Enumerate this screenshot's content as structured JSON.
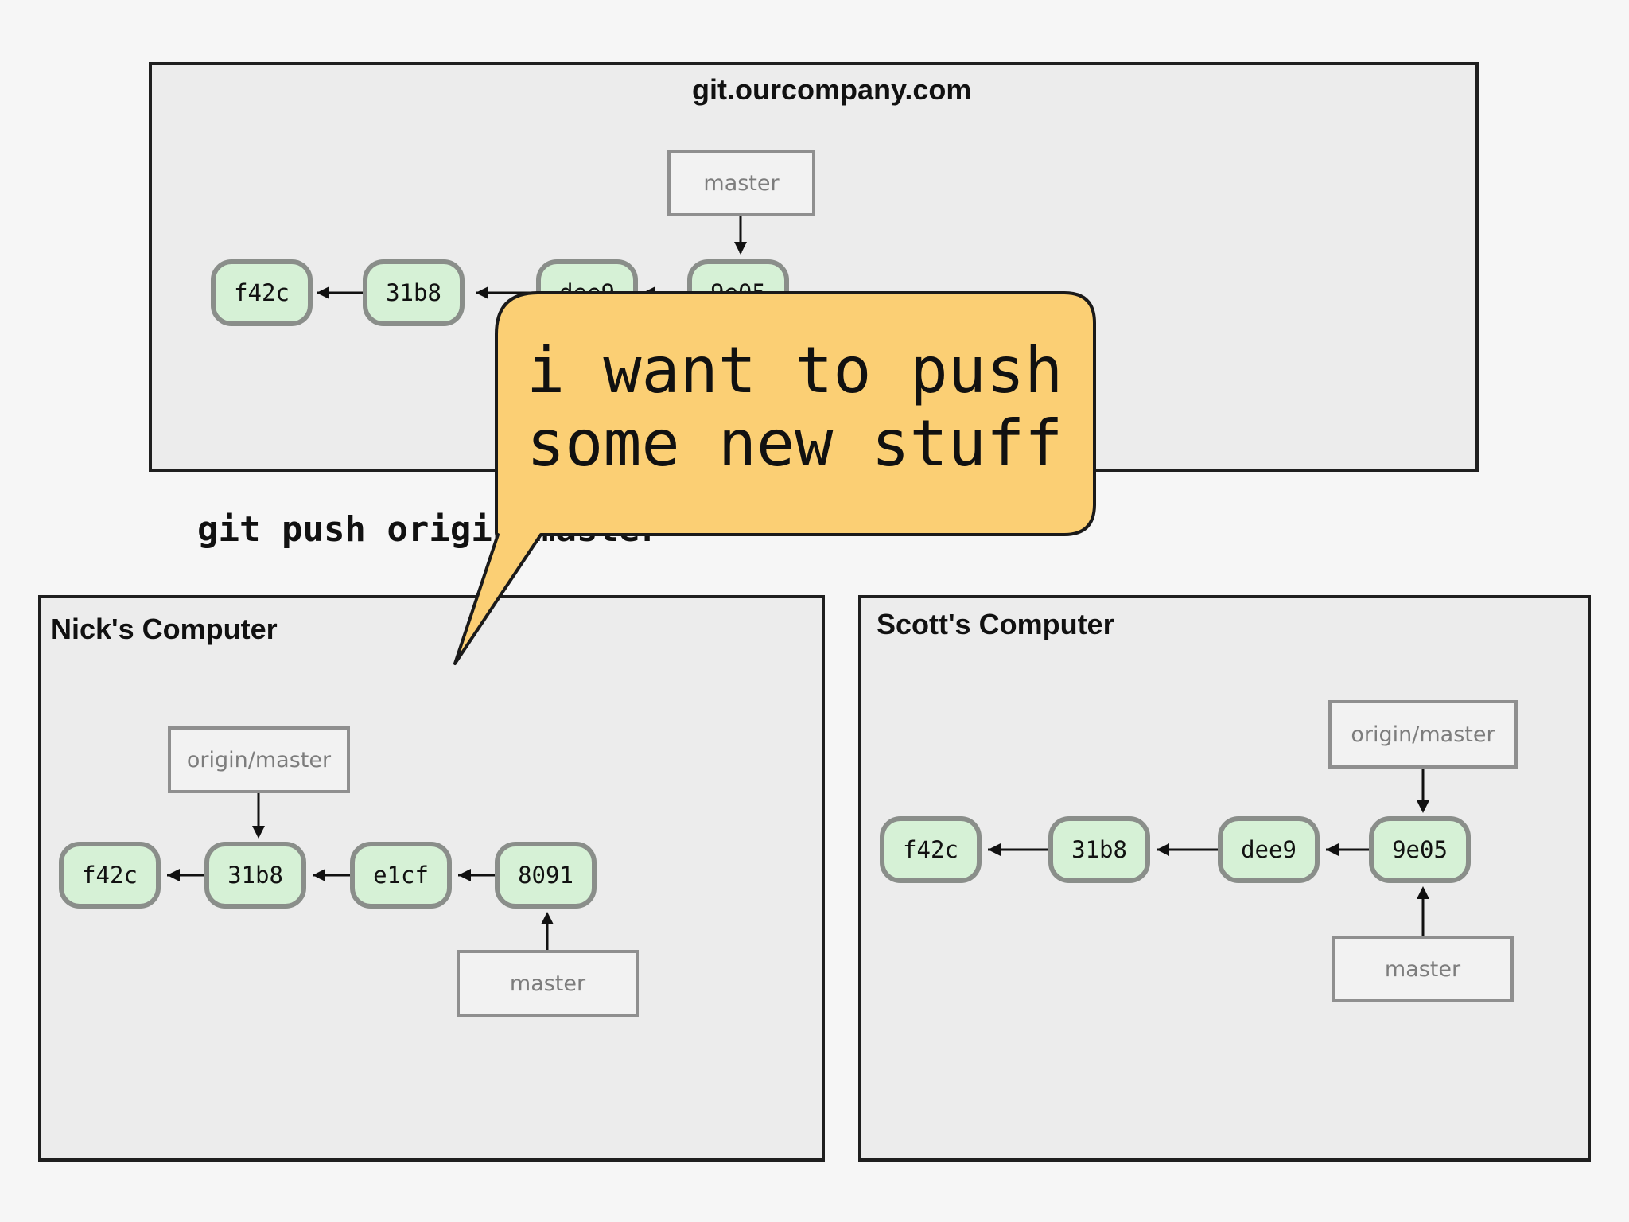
{
  "server": {
    "title": "git.ourcompany.com",
    "master_label": "master",
    "commits": [
      "f42c",
      "31b8",
      "dee9",
      "9e05"
    ]
  },
  "nick": {
    "title": "Nick's Computer",
    "origin_label": "origin/master",
    "master_label": "master",
    "commits": [
      "f42c",
      "31b8",
      "e1cf",
      "8091"
    ]
  },
  "scott": {
    "title": "Scott's Computer",
    "origin_label": "origin/master",
    "master_label": "master",
    "commits": [
      "f42c",
      "31b8",
      "dee9",
      "9e05"
    ]
  },
  "command": "git push origin master",
  "bubble": {
    "lines": [
      "i want to push",
      "some new stuff"
    ]
  },
  "colors": {
    "commit_fill": "#d6f1d6",
    "commit_border": "#8a8e8a",
    "bubble_fill": "#fbcf74",
    "panel_fill": "#ececec"
  }
}
